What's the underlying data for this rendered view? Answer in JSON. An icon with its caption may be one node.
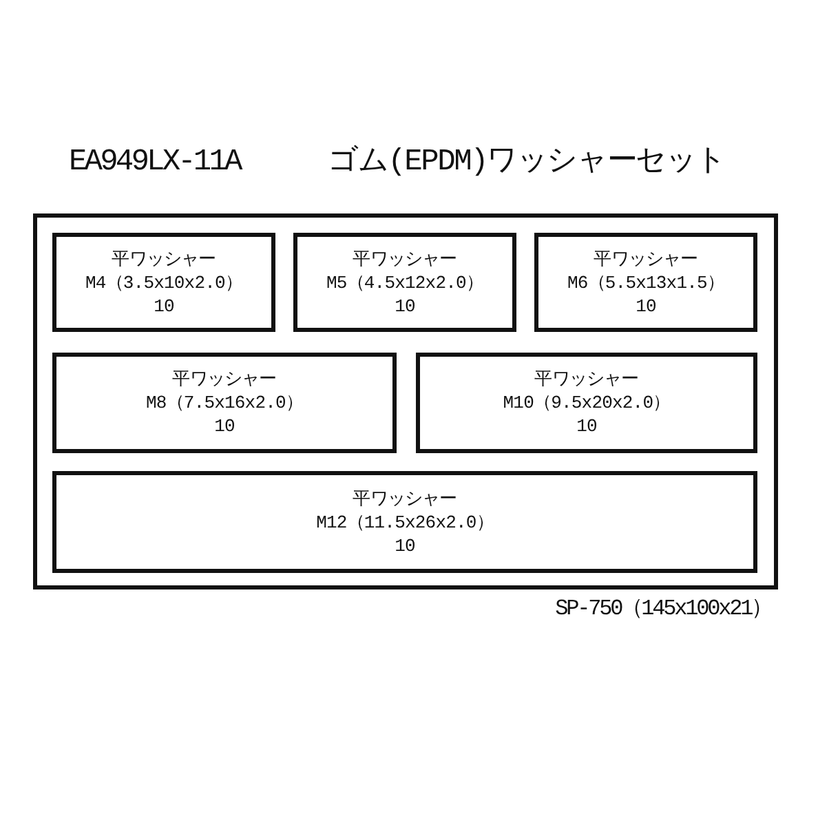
{
  "diagram": {
    "title": "ゴム(EPDM)ワッシャーセット",
    "nodes": [
      {
        "text": [],
        "shape": "box"
      },
      {
        "text": [
          "平ワッシャー",
          "M4（3.5x10x2.0）",
          "10"
        ],
        "in": 0
      },
      {
        "text": [
          "平ワッシャー",
          "M5（4.5x12x2.0）",
          "10"
        ],
        "in": 0
      },
      {
        "text": [
          "平ワッシャー",
          "M6（5.5x13x1.5）",
          "10"
        ],
        "in": 0
      },
      {
        "text": [
          "平ワッシャー",
          "M8（7.5x16x2.0）",
          "10"
        ],
        "in": 0
      },
      {
        "text": [
          "平ワッシャー",
          "M10（9.5x20x2.0）",
          "10"
        ],
        "in": 0
      },
      {
        "text": [
          "平ワッシャー",
          "M12（11.5x26x2.0）",
          "10"
        ],
        "in": 0
      }
    ],
    "labels": [
      "EA949LX-11A",
      "SP-750（145x100x21）"
    ]
  }
}
